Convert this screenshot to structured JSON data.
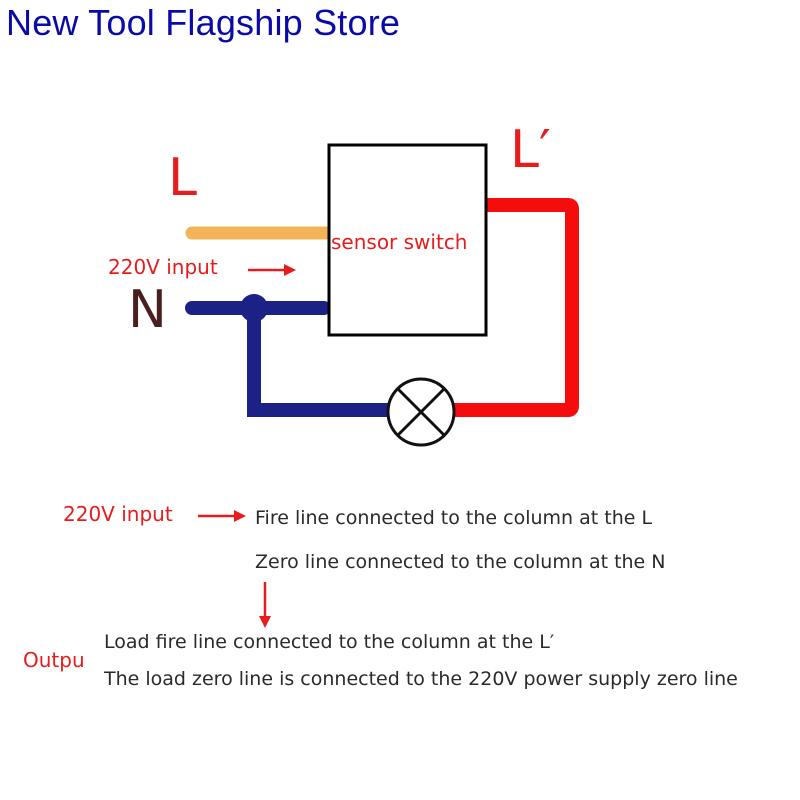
{
  "header": {
    "title": "New Tool Flagship Store"
  },
  "diagram": {
    "label_L": "L",
    "label_N": "N",
    "label_L_prime": "L′",
    "input_label": "220V input",
    "switch_label": "sensor switch"
  },
  "instructions": {
    "input_label": "220V input",
    "fire_line": "Fire line connected to the column at the L",
    "zero_line": "Zero line connected to the column at the N",
    "output_label": "Outpu",
    "load_fire": "Load fire line connected to the column at the L′",
    "load_zero": "The load zero line is connected to the 220V power supply zero line"
  },
  "colors": {
    "title": "#0a0aa8",
    "live_in": "#f2b457",
    "neutral": "#1c2186",
    "live_out": "#f50c0c",
    "label_red": "#e81c1c",
    "label_dark": "#4a1f1f"
  }
}
